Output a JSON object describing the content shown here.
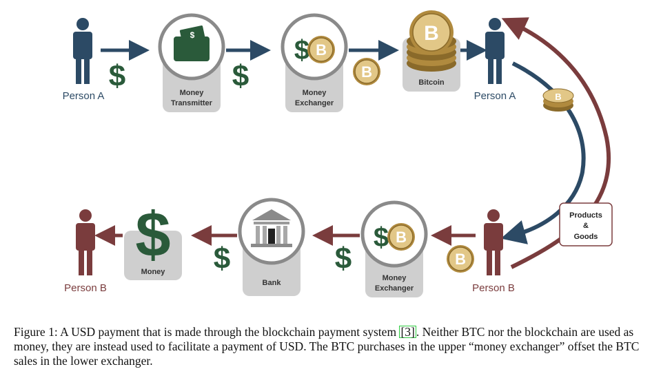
{
  "colors": {
    "blue": "#2c4a65",
    "red": "#7a3c3d",
    "green": "#2a5a3a",
    "gray_box": "#cfcfcf",
    "coin_light": "#e2c787",
    "coin_dark": "#b08a3e"
  },
  "top_row": {
    "person_a_left": "Person A",
    "money_transmitter": "Money Transmitter",
    "money_transmitter_lines": [
      "Money",
      "Transmitter"
    ],
    "money_exchanger": "Money Exchanger",
    "money_exchanger_lines": [
      "Money",
      "Exchanger"
    ],
    "bitcoin": "Bitcoin",
    "person_a_right": "Person A"
  },
  "bottom_row": {
    "person_b_left": "Person B",
    "money": "Money",
    "bank": "Bank",
    "money_exchanger": "Money Exchanger",
    "money_exchanger_lines": [
      "Money",
      "Exchanger"
    ],
    "person_b_right": "Person B"
  },
  "products_goods": "Products & Goods",
  "products_goods_lines": [
    "Products",
    "&",
    "Goods"
  ],
  "icons": {
    "dollar": "$",
    "bitcoin": "B"
  },
  "caption": {
    "prefix": "Figure 1: A USD payment that is made through the blockchain payment system ",
    "ref": "[3]",
    "suffix": ". Neither BTC nor the blockchain are used as money, they are instead used to facilitate a payment of USD. The BTC purchases in the upper “money exchanger” offset the BTC sales in the lower exchanger."
  }
}
